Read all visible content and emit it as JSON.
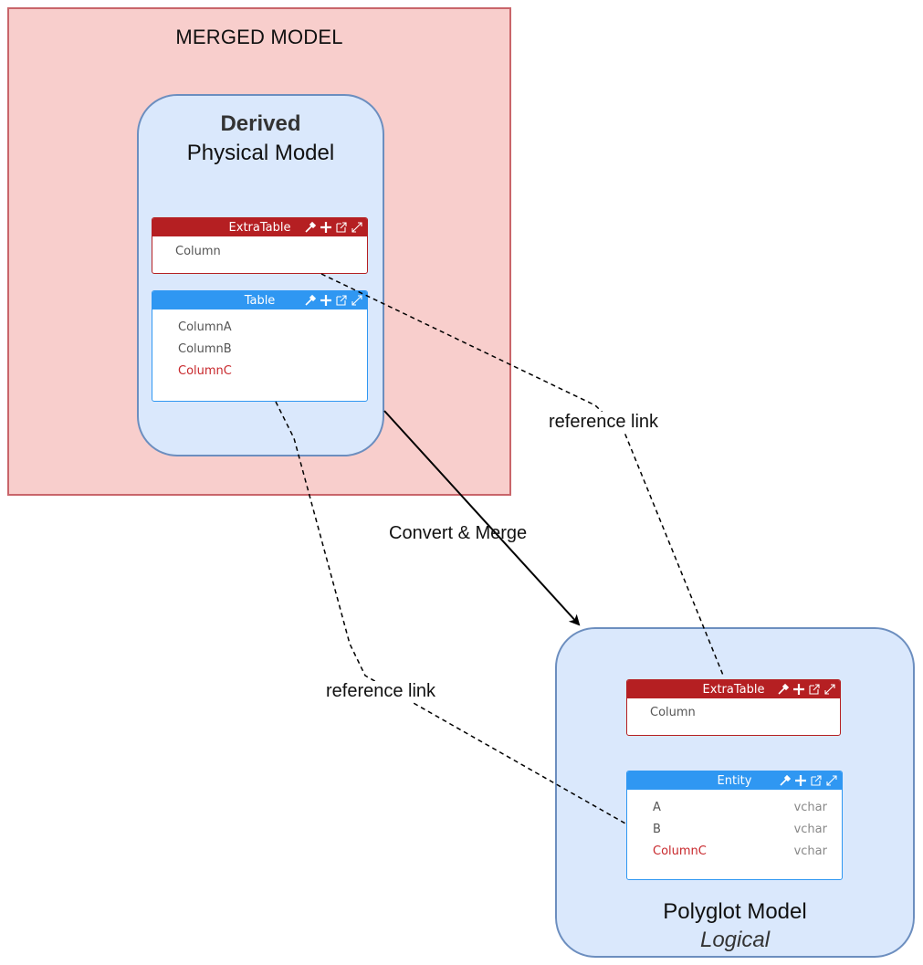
{
  "merged": {
    "title": "MERGED MODEL"
  },
  "derived": {
    "title_bold": "Derived",
    "title": "Physical Model",
    "extra_table": {
      "name": "ExtraTable",
      "columns": [
        "Column"
      ]
    },
    "table": {
      "name": "Table",
      "columns": [
        "ColumnA",
        "ColumnB",
        "ColumnC"
      ]
    }
  },
  "polyglot": {
    "title": "Polyglot Model",
    "subtitle": "Logical",
    "extra_table": {
      "name": "ExtraTable",
      "columns": [
        "Column"
      ]
    },
    "entity": {
      "name": "Entity",
      "rows": [
        {
          "name": "A",
          "type": "vchar"
        },
        {
          "name": "B",
          "type": "vchar"
        },
        {
          "name": "ColumnC",
          "type": "vchar"
        }
      ]
    }
  },
  "edges": {
    "reference_link_top": "reference link",
    "reference_link_bottom": "reference link",
    "convert_merge": "Convert & Merge"
  },
  "colors": {
    "merged_fill": "#f8cecc",
    "model_fill": "#dae8fc",
    "table_red": "#b51f22",
    "table_blue": "#2f97f2",
    "highlight_text": "#c8282c"
  },
  "icons": [
    "eyedropper-icon",
    "plus-icon",
    "open-external-icon",
    "expand-icon"
  ]
}
